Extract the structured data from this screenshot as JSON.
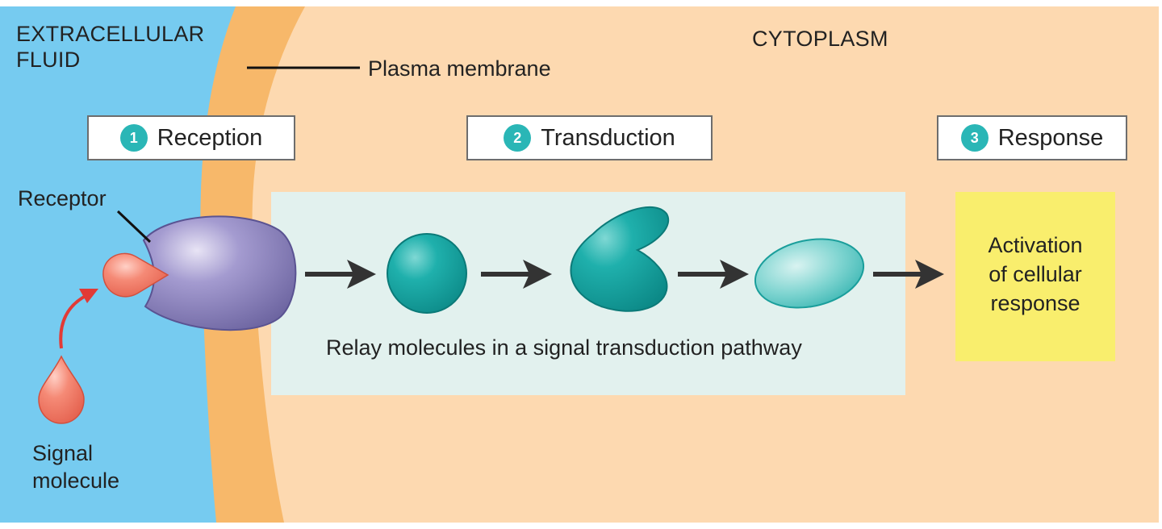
{
  "regions": {
    "extracellular_line1": "EXTRACELLULAR",
    "extracellular_line2": "FLUID",
    "cytoplasm": "CYTOPLASM",
    "plasma_membrane": "Plasma membrane"
  },
  "stages": [
    {
      "number": "1",
      "label": "Reception"
    },
    {
      "number": "2",
      "label": "Transduction"
    },
    {
      "number": "3",
      "label": "Response"
    }
  ],
  "labels": {
    "receptor": "Receptor",
    "signal_line1": "Signal",
    "signal_line2": "molecule",
    "relay": "Relay molecules in a signal transduction pathway",
    "response_line1": "Activation",
    "response_line2": "of cellular",
    "response_line3": "response"
  },
  "colors": {
    "extracellular": "#76cbf0",
    "membrane": "#f7b86a",
    "cytoplasm": "#fdd9b0",
    "relay_panel": "#e2f1ee",
    "response_panel": "#f9ee6d",
    "receptor": "#8a80b8",
    "signal": "#f07a66",
    "relay_molecule": "#1aa7a4",
    "stage_number": "#2ab6b6"
  }
}
